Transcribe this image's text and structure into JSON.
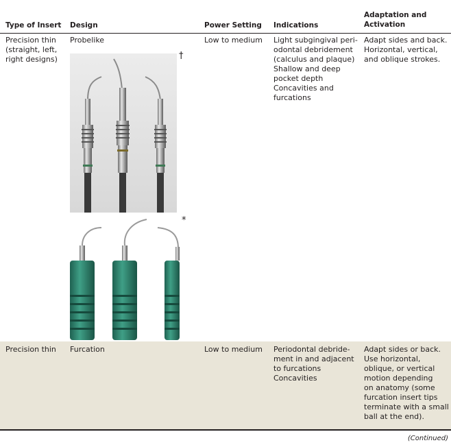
{
  "header": {
    "col_type": "Type of Insert",
    "col_design": "Design",
    "col_power": "Power Setting",
    "col_indications": "Indications",
    "col_adaptation_line1": "Adaptation and",
    "col_adaptation_line2": "Activation"
  },
  "rows": [
    {
      "type_lines": [
        "Precision thin",
        "(straight, left,",
        "right designs)"
      ],
      "design": "Probelike",
      "power": "Low to medium",
      "indications_lines": [
        "Light subgingival peri-",
        "odontal debridement",
        "(calculus and plaque)",
        "Shallow and deep",
        "pocket depth",
        "Concavities and",
        "furcations"
      ],
      "adaptation_lines": [
        "Adapt sides and back.",
        "Horizontal, vertical,",
        "and oblique strokes."
      ],
      "mark_photo1": "†",
      "mark_photo2": "*"
    },
    {
      "type_lines": [
        "Precision thin"
      ],
      "design": "Furcation",
      "power": "Low to medium",
      "indications_lines": [
        "Periodontal debride-",
        "ment in and adjacent",
        "to furcations",
        "Concavities"
      ],
      "adaptation_lines": [
        "Adapt sides or back.",
        "Use horizontal,",
        "oblique, or vertical",
        "motion depending",
        "on anatomy (some",
        "furcation insert tips",
        "terminate with a small",
        "ball at the end)."
      ]
    }
  ],
  "footer": {
    "continued": "(Continued)"
  },
  "colors": {
    "row_shade": "#e9e5d8",
    "insert_green": "#2f8a72",
    "steel": "#b9b9b9"
  }
}
